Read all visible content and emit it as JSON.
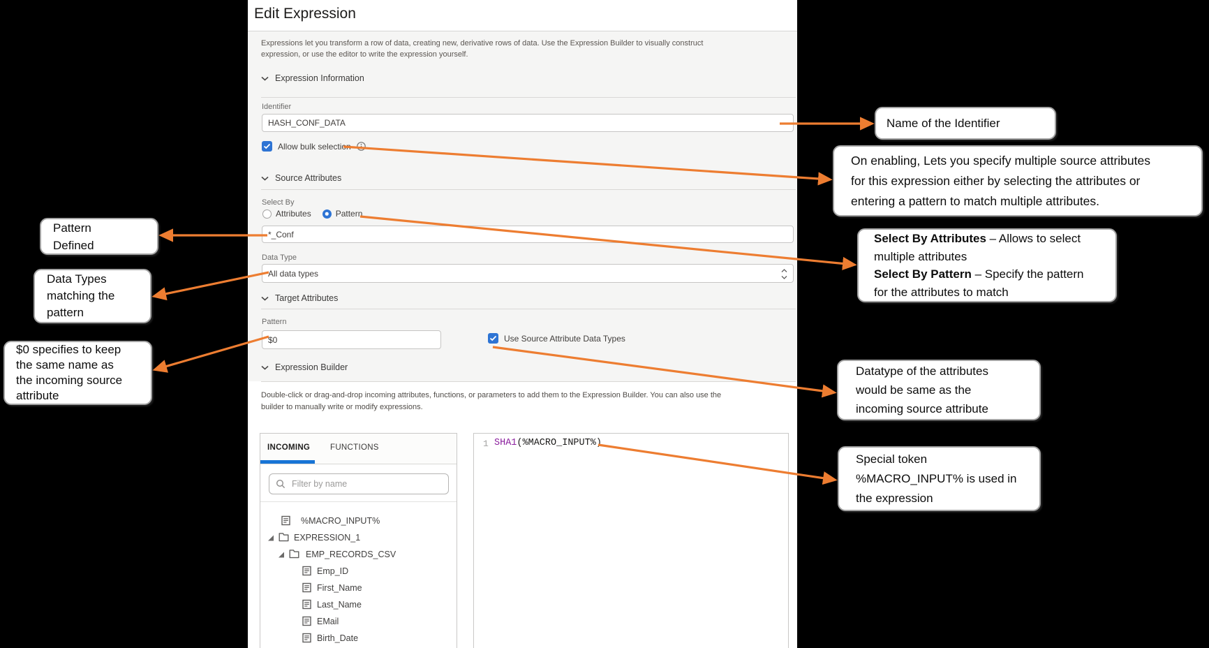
{
  "colors": {
    "accent": "#2e74d4",
    "tab_underline": "#1774d6",
    "arrow": "#ed7d31",
    "code_fn": "#8b1f9e"
  },
  "dialog": {
    "title": "Edit Expression",
    "description": "Expressions let you transform a row of data, creating new, derivative rows of data. Use the Expression Builder to visually construct expression, or use the editor to write the expression yourself.",
    "sections": {
      "expression_information": "Expression Information",
      "source_attributes": "Source Attributes",
      "target_attributes": "Target Attributes",
      "expression_builder": "Expression Builder"
    },
    "identifier": {
      "label": "Identifier",
      "value": "HASH_CONF_DATA"
    },
    "allow_bulk": {
      "label": "Allow bulk selection",
      "checked": true
    },
    "select_by": {
      "label": "Select By",
      "options": [
        "Attributes",
        "Pattern"
      ],
      "selected": "Pattern"
    },
    "source_pattern": {
      "value": "*_Conf"
    },
    "data_type": {
      "label": "Data Type",
      "value": "All data types"
    },
    "target_pattern": {
      "label": "Pattern",
      "value": "$0"
    },
    "use_source_types": {
      "label": "Use Source Attribute Data Types",
      "checked": true
    },
    "builder_hint": "Double-click or drag-and-drop incoming attributes, functions, or parameters to add them to the Expression Builder. You can also use the builder to manually write or modify expressions.",
    "tabs": [
      {
        "label": "INCOMING",
        "active": true
      },
      {
        "label": "FUNCTIONS",
        "active": false
      }
    ],
    "filter_placeholder": "Filter by name",
    "tree": [
      {
        "label": "%MACRO_INPUT%",
        "type": "attr",
        "indent": 0
      },
      {
        "label": "EXPRESSION_1",
        "type": "folder",
        "indent": 1,
        "expanded": true
      },
      {
        "label": "EMP_RECORDS_CSV",
        "type": "folder",
        "indent": 2,
        "expanded": true
      },
      {
        "label": "Emp_ID",
        "type": "attr",
        "indent": 3
      },
      {
        "label": "First_Name",
        "type": "attr",
        "indent": 3
      },
      {
        "label": "Last_Name",
        "type": "attr",
        "indent": 3
      },
      {
        "label": "EMail",
        "type": "attr",
        "indent": 3
      },
      {
        "label": "Birth_Date",
        "type": "attr",
        "indent": 3
      }
    ],
    "editor": {
      "line_number": "1",
      "tokens": [
        {
          "t": "SHA1",
          "c": "fn"
        },
        {
          "t": "(%MACRO_INPUT%)",
          "c": "plain"
        }
      ]
    }
  },
  "callouts": {
    "identifier": {
      "lines": [
        "Name of the Identifier"
      ]
    },
    "bulk": {
      "lines": [
        "On enabling, Lets you specify multiple source attributes",
        "for this expression either by selecting the attributes or",
        "entering a pattern to match multiple attributes."
      ]
    },
    "selectby": {
      "lines": [
        [
          {
            "b": "Select By Attributes"
          },
          {
            "t": " – Allows to select"
          }
        ],
        [
          {
            "t": "multiple attributes"
          }
        ],
        [
          {
            "b": "Select By Pattern"
          },
          {
            "t": " – Specify the pattern"
          }
        ],
        [
          {
            "t": "for the attributes to match"
          }
        ]
      ]
    },
    "datatype": {
      "lines": [
        "Datatype of the attributes",
        "would be same as the",
        "incoming source attribute"
      ]
    },
    "token": {
      "lines": [
        "Special token",
        "%MACRO_INPUT% is used in",
        "the expression"
      ]
    },
    "patterndef": {
      "lines": [
        "Pattern",
        "Defined"
      ]
    },
    "datatypes": {
      "lines": [
        "Data Types",
        "matching the",
        "pattern"
      ]
    },
    "dollar0": {
      "lines": [
        "$0 specifies to keep",
        "the same name as",
        "the incoming source",
        "attribute"
      ]
    }
  }
}
